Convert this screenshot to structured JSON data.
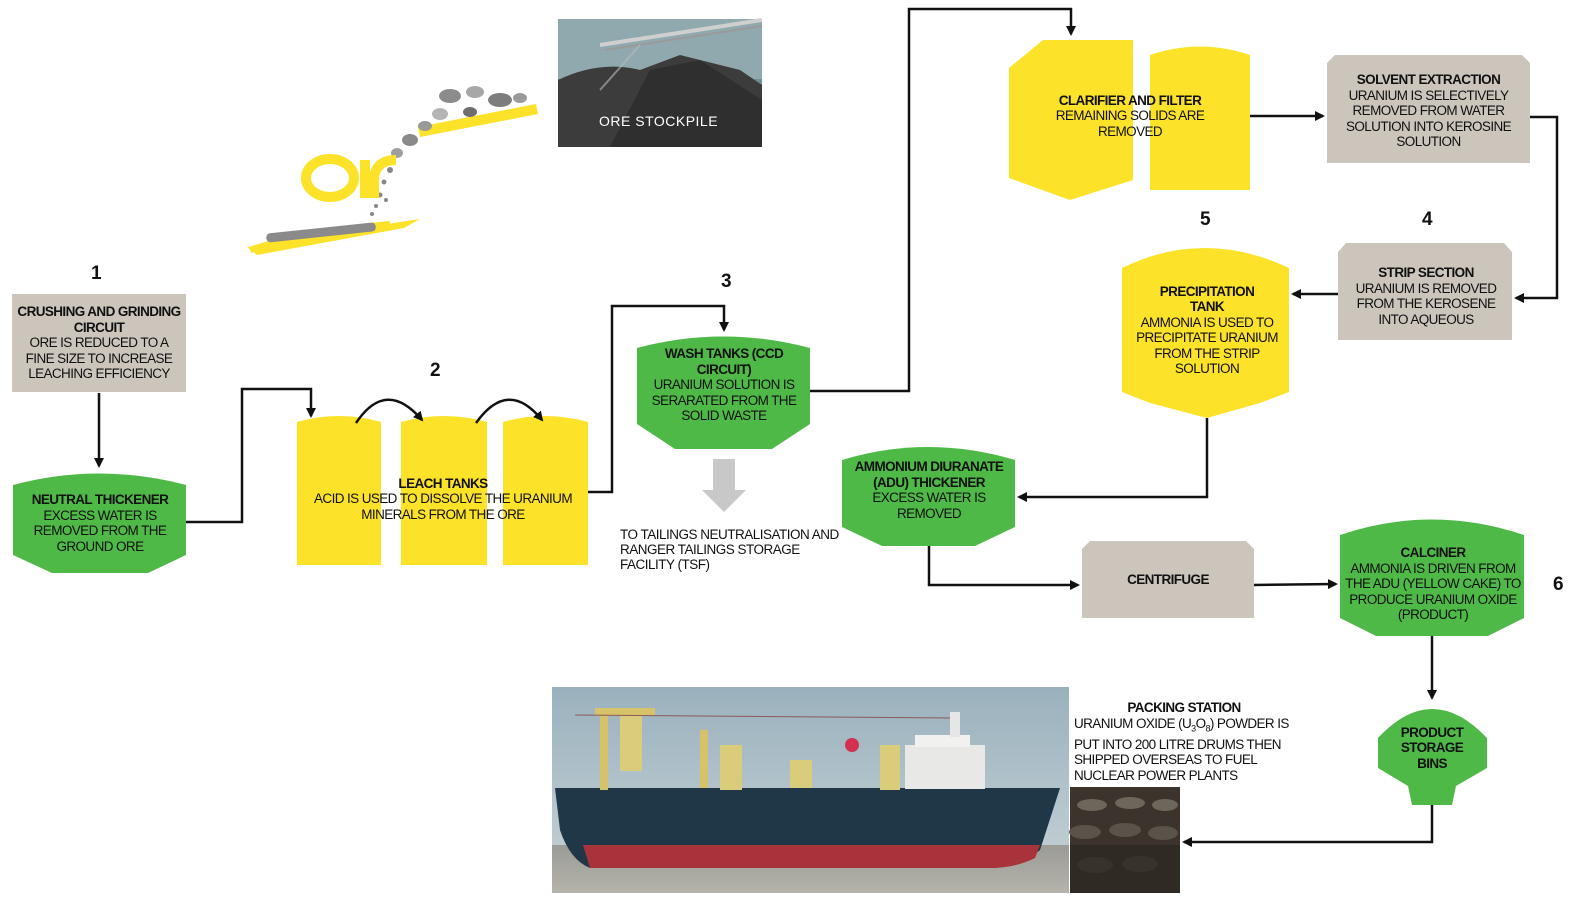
{
  "steps": {
    "s1": {
      "number": "1",
      "title": "CRUSHING AND GRINDING CIRCUIT",
      "desc": "ORE IS REDUCED TO A FINE SIZE TO INCREASE LEACHING EFFICIENCY"
    },
    "neutral": {
      "title": "NEUTRAL THICKENER",
      "desc": "EXCESS WATER IS REMOVED FROM THE GROUND ORE"
    },
    "s2": {
      "number": "2",
      "title": "LEACH TANKS",
      "desc": "ACID IS USED TO DISSOLVE THE URANIUM MINERALS FROM THE ORE"
    },
    "s3": {
      "number": "3",
      "title": "WASH TANKS (CCD CIRCUIT)",
      "desc": "URANIUM SOLUTION IS SERARATED FROM THE SOLID WASTE"
    },
    "tailings": {
      "text": "TO TAILINGS NEUTRALISATION AND RANGER TAILINGS STORAGE FACILITY (TSF)"
    },
    "clarifier": {
      "title": "CLARIFIER AND FILTER",
      "desc": "REMAINING SOLIDS ARE REMOVED"
    },
    "solvent": {
      "title": "SOLVENT EXTRACTION",
      "desc": "URANIUM IS SELECTIVELY REMOVED FROM WATER SOLUTION INTO KEROSINE SOLUTION"
    },
    "s4": {
      "number": "4",
      "title": "STRIP SECTION",
      "desc": "URANIUM IS REMOVED FROM THE KEROSENE INTO AQUEOUS"
    },
    "s5": {
      "number": "5",
      "title": "PRECIPITATION TANK",
      "desc": "AMMONIA IS USED TO PRECIPITATE URANIUM FROM THE STRIP SOLUTION"
    },
    "adu": {
      "title": "AMMONIUM DIURANATE (ADU) THICKENER",
      "desc": "EXCESS WATER IS REMOVED"
    },
    "centrifuge": {
      "title": "CENTRIFUGE"
    },
    "s6": {
      "number": "6",
      "title": "CALCINER",
      "desc": "AMMONIA IS DRIVEN FROM THE ADU (YELLOW CAKE) TO PRODUCE URANIUM OXIDE (PRODUCT)"
    },
    "bins": {
      "title": "PRODUCT STORAGE BINS"
    },
    "packing": {
      "title": "PACKING STATION",
      "desc_pre": "URANIUM OXIDE (U",
      "sub1": "3",
      "mid": "O",
      "sub2": "8",
      "desc_post": ") POWDER IS PUT INTO 200 LITRE DRUMS THEN SHIPPED OVERSEAS TO FUEL NUCLEAR POWER PLANTS"
    }
  },
  "photos": {
    "stockpile_label": "ORE STOCKPILE"
  },
  "colors": {
    "yellow": "#fde22a",
    "green": "#4fb947",
    "grey": "#cbc5bc",
    "line": "#111111",
    "arrow_grey": "#c8c8c8"
  }
}
